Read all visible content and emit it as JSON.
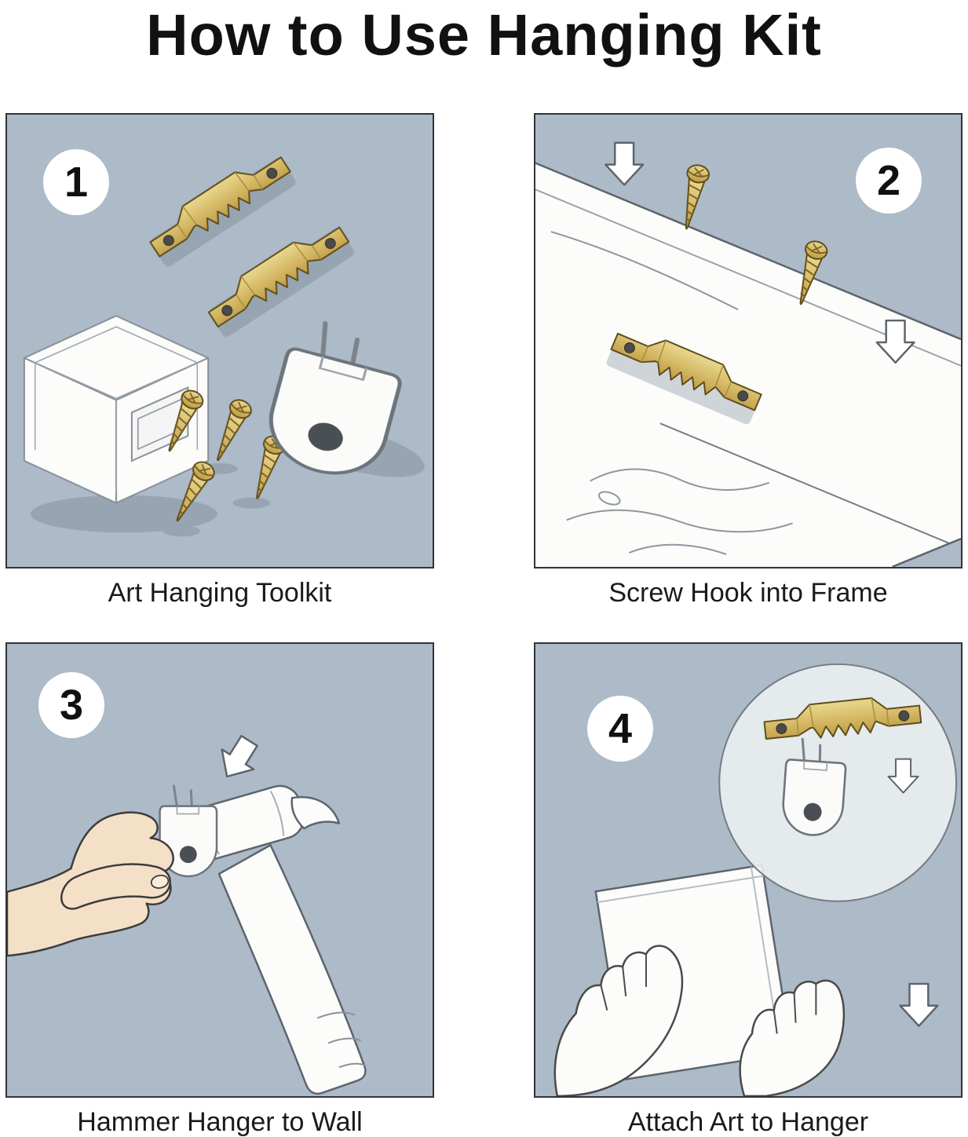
{
  "title": "How to Use Hanging Kit",
  "steps": [
    {
      "number": "1",
      "caption": "Art Hanging Toolkit"
    },
    {
      "number": "2",
      "caption": "Screw Hook into Frame"
    },
    {
      "number": "3",
      "caption": "Hammer Hanger to Wall"
    },
    {
      "number": "4",
      "caption": "Attach Art to Hanger"
    }
  ],
  "icons": {
    "sawtooth_hanger": "sawtooth-hanger-icon",
    "screw": "screw-icon",
    "wall_hook": "wall-hook-icon",
    "storage_box": "storage-box-icon",
    "down_arrow": "down-arrow-icon",
    "hammer": "hammer-icon",
    "hand": "hand-icon",
    "art_frame": "art-frame-icon",
    "zoom_circle": "zoom-detail-circle"
  },
  "colors": {
    "background": "#ffffff",
    "panel_background": "#adbac7",
    "panel_border": "#2f353c",
    "brass": "#d6ba67",
    "brass_outline": "#5f4d1d",
    "skin": "#f4dfc7",
    "illustration_white": "#fcfcfb",
    "outline": "#5d646c",
    "text": "#1a1a1a"
  }
}
